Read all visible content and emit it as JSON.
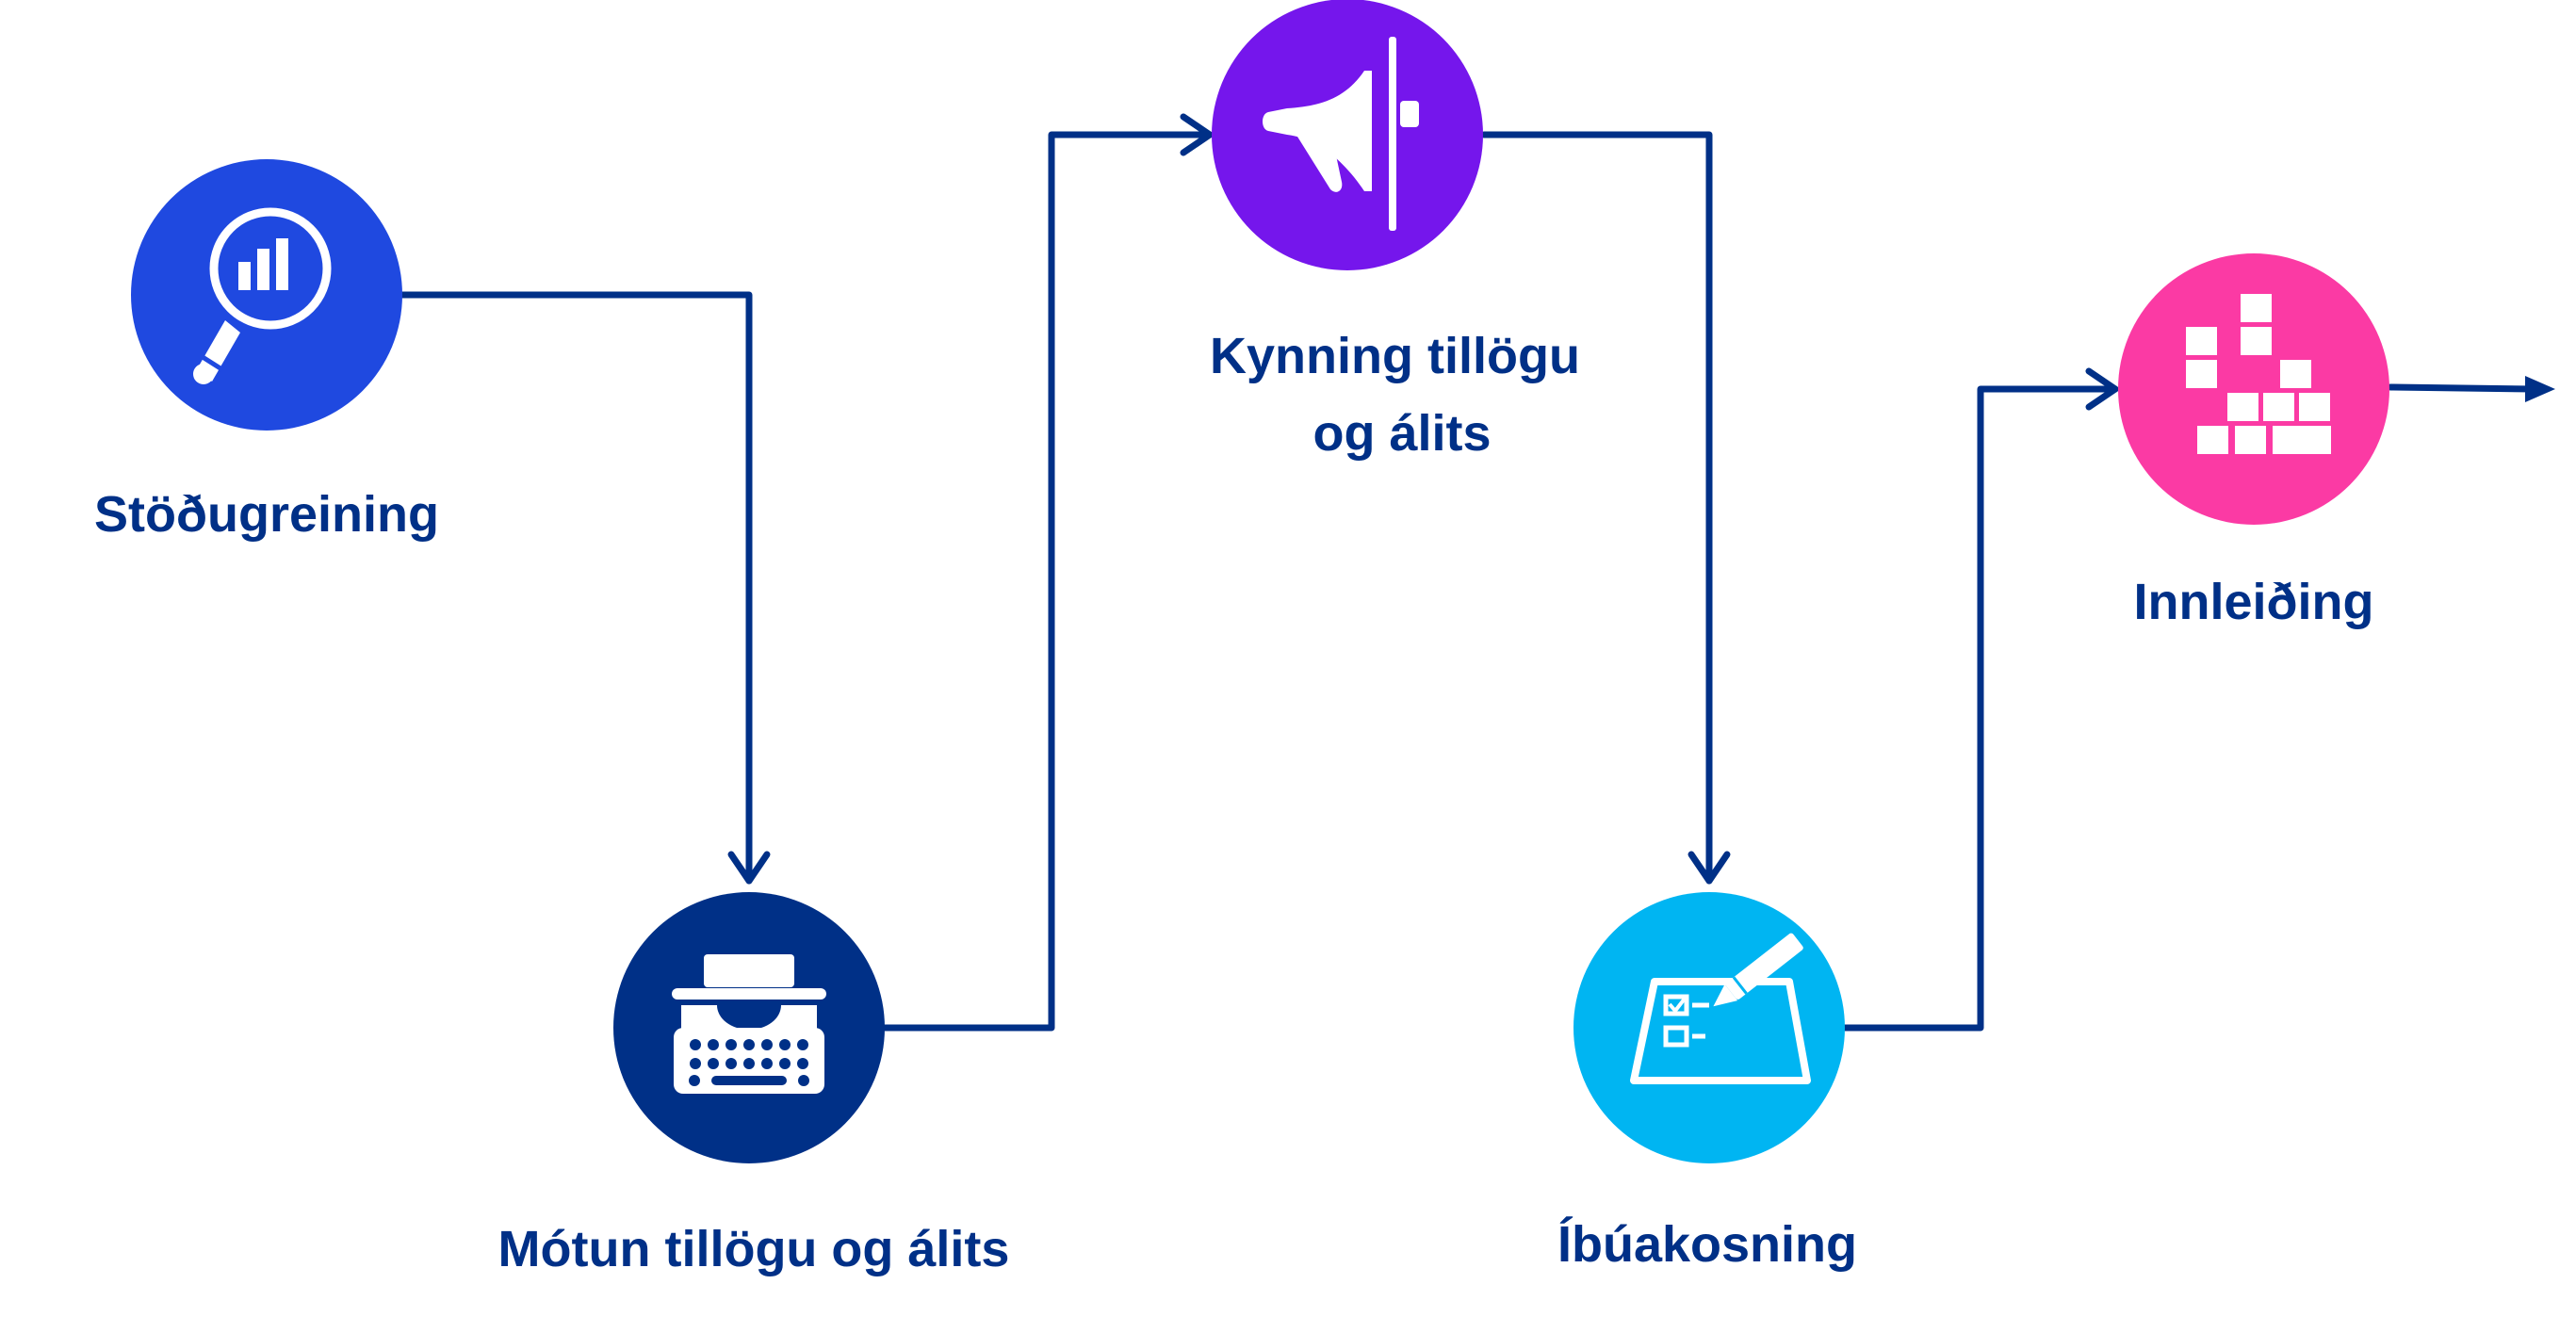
{
  "colors": {
    "connector": "#003087",
    "label": "#003087",
    "icon": "#ffffff",
    "step1": "#1f49e0",
    "step2": "#003087",
    "step3": "#7516ec",
    "step4": "#00b5f2",
    "step5": "#fb3aa4"
  },
  "steps": [
    {
      "id": "stodugreining",
      "label_lines": [
        "Stöðugreining"
      ],
      "icon": "magnifier-chart-icon"
    },
    {
      "id": "motun",
      "label_lines": [
        "Mótun tillögu og álits"
      ],
      "icon": "typewriter-icon"
    },
    {
      "id": "kynning",
      "label_lines": [
        "Kynning tillögu",
        "og álits"
      ],
      "icon": "megaphone-icon"
    },
    {
      "id": "ibuakosning",
      "label_lines": [
        "Íbúakosning"
      ],
      "icon": "ballot-pencil-icon"
    },
    {
      "id": "innleiding",
      "label_lines": [
        "Innleiðing"
      ],
      "icon": "blocks-icon"
    }
  ]
}
